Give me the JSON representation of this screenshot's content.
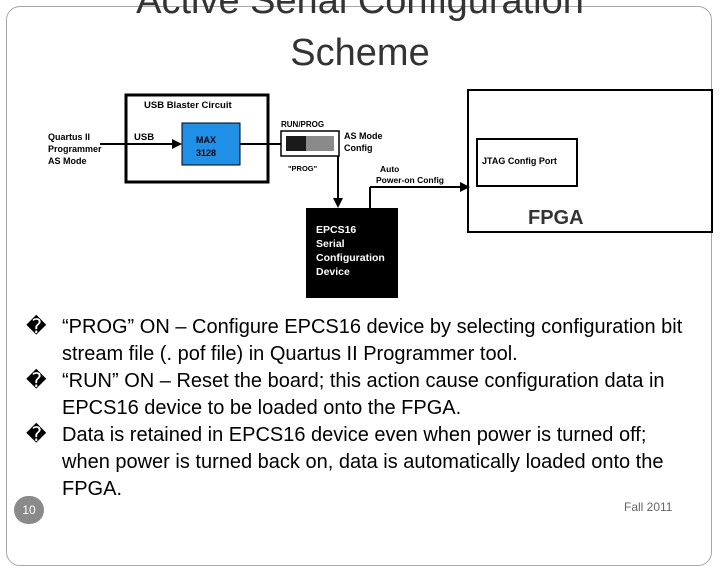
{
  "slide": {
    "title_line1": "Active Serial Configuration",
    "title_line2": "Scheme",
    "page_number": "10",
    "footer": "Fall 2011"
  },
  "diagram": {
    "usb_blaster_label": "USB Blaster Circuit",
    "quartus_label": [
      "Quartus II",
      "Programmer",
      "AS Mode"
    ],
    "usb_label": "USB",
    "max_label": [
      "MAX",
      "3128"
    ],
    "run_prog_label": "RUN/PROG",
    "prog_switch_label": "\"PROG\"",
    "as_mode_label": [
      "AS Mode",
      "Config"
    ],
    "auto_label": [
      "Auto",
      "Power-on Config"
    ],
    "jtag_label": "JTAG Config Port",
    "fpga_label": "FPGA",
    "epcs_label": [
      "EPCS16",
      "Serial",
      "Configuration",
      "Device"
    ],
    "max_color": "#1e90e8"
  },
  "bullets": [
    {
      "mark": "�",
      "text": "“PROG” ON – Configure EPCS16 device by selecting configuration bit stream file (. pof file) in Quartus II Programmer tool."
    },
    {
      "mark": "�",
      "text": "“RUN” ON – Reset the board; this action cause configuration data in EPCS16 device to be loaded onto the FPGA."
    },
    {
      "mark": "�",
      "text": "Data is retained in EPCS16 device even when power is turned off; when power is turned back on, data is automatically loaded onto the FPGA."
    }
  ]
}
